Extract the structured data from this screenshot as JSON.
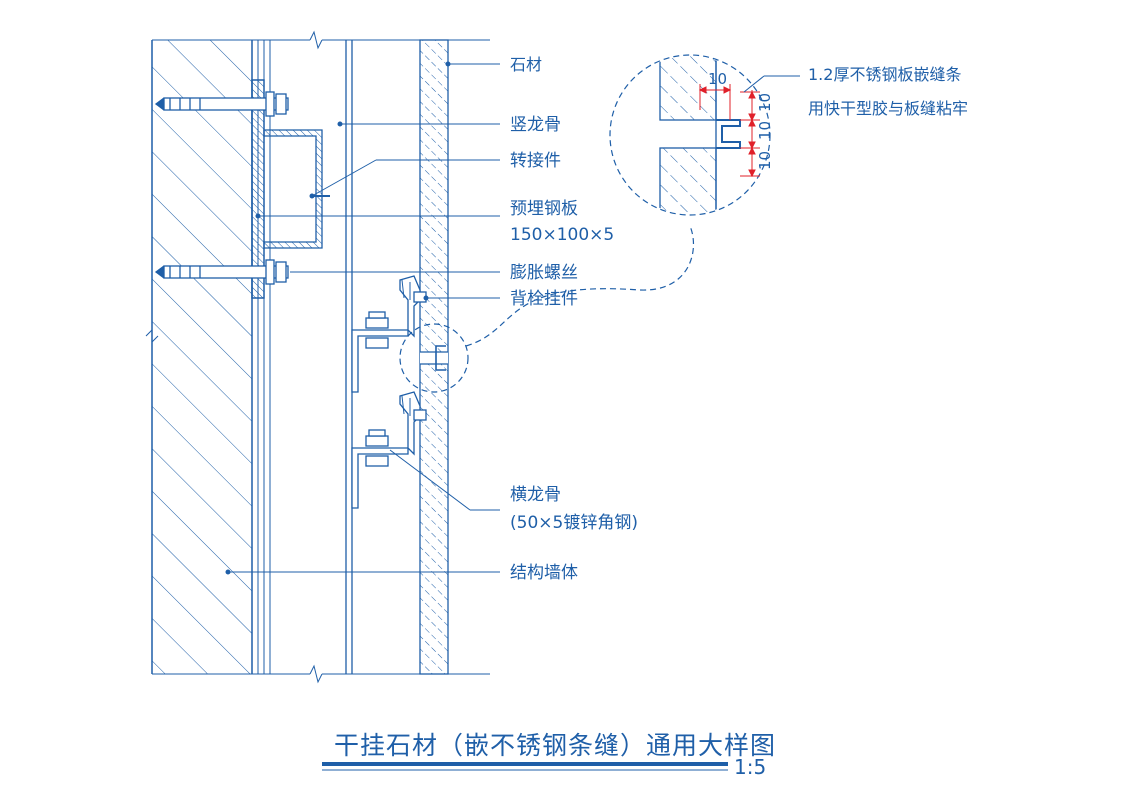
{
  "colors": {
    "line": "#1f5fa8",
    "dimension": "#e0202a",
    "background": "#ffffff"
  },
  "labels": {
    "stone": "石材",
    "vertical_keel": "竖龙骨",
    "adapter": "转接件",
    "embedded_plate": "预埋钢板",
    "embedded_plate_size": "150×100×5",
    "expansion_bolt": "膨胀螺丝",
    "back_anchor": "背栓挂件",
    "horizontal_keel": "横龙骨",
    "horizontal_keel_spec": "(50×5镀锌角钢)",
    "structure_wall": "结构墙体"
  },
  "detail": {
    "note_line1": "1.2厚不锈钢板嵌缝条",
    "note_line2": "用快干型胶与板缝粘牢",
    "dim_top": "10",
    "dim_right_top": "10",
    "dim_right_mid": "10",
    "dim_right_bottom": "10"
  },
  "title": {
    "text": "干挂石材（嵌不锈钢条缝）通用大样图",
    "scale": "1:5"
  }
}
